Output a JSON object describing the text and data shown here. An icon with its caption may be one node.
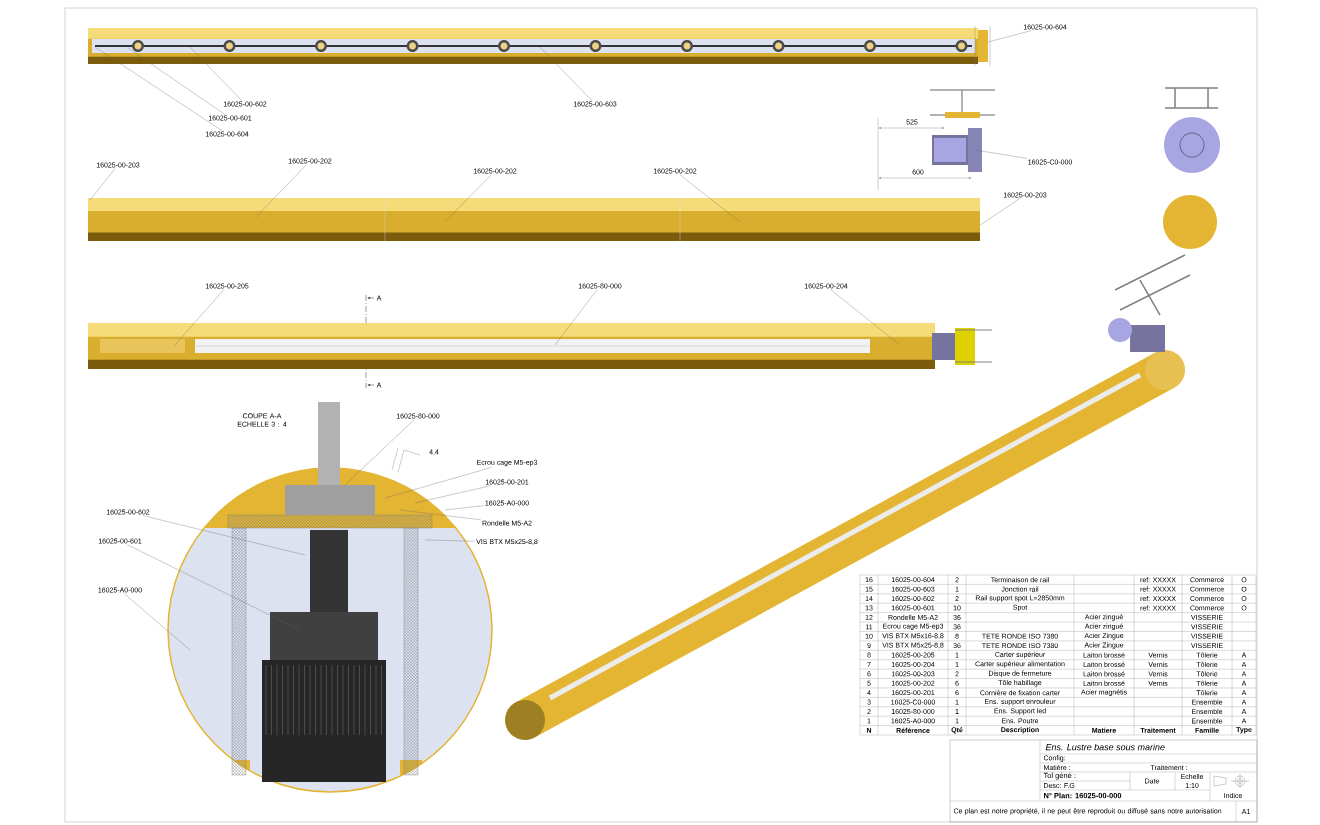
{
  "diagram": {
    "nodes": [
      {
        "text": [
          "16025-00-604"
        ]
      },
      {
        "text": [
          "16025-00-602"
        ]
      },
      {
        "text": [
          "16025-00-601"
        ]
      },
      {
        "text": [
          "16025-00-604"
        ]
      },
      {
        "text": [
          "16025-00-603"
        ]
      },
      {
        "text": [
          "16025-00-203"
        ]
      },
      {
        "text": [
          "16025-00-202"
        ]
      },
      {
        "text": [
          "16025-00-202"
        ]
      },
      {
        "text": [
          "16025-00-202"
        ]
      },
      {
        "text": [
          "16025-C0-000"
        ]
      },
      {
        "text": [
          "16025-00-203"
        ]
      },
      {
        "text": [
          "16025-00-205"
        ]
      },
      {
        "text": [
          "16025-80-000"
        ]
      },
      {
        "text": [
          "16025-00-204"
        ]
      },
      {
        "text": [
          "16025-80-000"
        ]
      },
      {
        "text": [
          "Ecrou cage M5-ep3"
        ]
      },
      {
        "text": [
          "16025-00-201"
        ]
      },
      {
        "text": [
          "16025-A0-000"
        ]
      },
      {
        "text": [
          "Rondelle M5-A2"
        ]
      },
      {
        "text": [
          "VIS BTX M5x25-8,8"
        ]
      },
      {
        "text": [
          "16025-00-602"
        ]
      },
      {
        "text": [
          "16025-00-601"
        ]
      },
      {
        "text": [
          "16025-A0-000"
        ]
      },
      {
        "text": [],
        "shape": "picture"
      },
      {
        "text": [],
        "shape": "picture"
      },
      {
        "text": [],
        "shape": "picture"
      },
      {
        "text": [],
        "shape": "picture"
      },
      {
        "text": [],
        "shape": "picture"
      }
    ],
    "edges": [
      {
        "from": 0,
        "to": 23,
        "arrow": "none"
      },
      {
        "from": 1,
        "to": 23,
        "arrow": "none"
      },
      {
        "from": 2,
        "to": 23,
        "arrow": "none"
      },
      {
        "from": 3,
        "to": 23,
        "arrow": "none"
      },
      {
        "from": 4,
        "to": 23,
        "arrow": "none"
      },
      {
        "from": 5,
        "to": 24,
        "arrow": "none"
      },
      {
        "from": 6,
        "to": 24,
        "arrow": "none"
      },
      {
        "from": 7,
        "to": 24,
        "arrow": "none"
      },
      {
        "from": 8,
        "to": 24,
        "arrow": "none"
      },
      {
        "from": 9,
        "to": 25,
        "arrow": "none"
      },
      {
        "from": 10,
        "to": 24,
        "arrow": "none"
      },
      {
        "from": 11,
        "to": 26,
        "arrow": "none"
      },
      {
        "from": 12,
        "to": 26,
        "arrow": "none"
      },
      {
        "from": 13,
        "to": 26,
        "arrow": "none"
      },
      {
        "from": 14,
        "to": 27,
        "arrow": "none"
      },
      {
        "from": 15,
        "to": 27,
        "arrow": "none"
      },
      {
        "from": 16,
        "to": 27,
        "arrow": "none"
      },
      {
        "from": 17,
        "to": 27,
        "arrow": "none"
      },
      {
        "from": 18,
        "to": 27,
        "arrow": "none"
      },
      {
        "from": 19,
        "to": 27,
        "arrow": "none"
      },
      {
        "from": 20,
        "to": 27,
        "arrow": "none"
      },
      {
        "from": 21,
        "to": 27,
        "arrow": "none"
      },
      {
        "from": 22,
        "to": 27,
        "arrow": "none"
      }
    ],
    "labels": [
      "A",
      "A",
      "COUPE A-A ECHELLE 3 : 4",
      "525",
      "600",
      "4.4",
      "16",
      "16025-00-604",
      "2",
      "Terminaison de rail",
      "ref: XXXXX",
      "Commerce",
      "O",
      "15",
      "16025-00-603",
      "1",
      "Jonction rail",
      "ref: XXXXX",
      "Commerce",
      "O",
      "14",
      "16025-00-602",
      "2",
      "Rail support spot L=2850mm",
      "ref: XXXXX",
      "Commerce",
      "O",
      "13",
      "16025-00-601",
      "10",
      "Spot",
      "ref: XXXXX",
      "Commerce",
      "O",
      "12",
      "Rondelle M5-A2",
      "36",
      "Acier zingué",
      "VISSERIE",
      "11",
      "Ecrou cage M5-ep3",
      "36",
      "Acier zingué",
      "VISSERIE",
      "10",
      "VIS BTX M5x16-8,8",
      "8",
      "TETE RONDE ISO 7380",
      "Acier Zingue",
      "VISSERIE",
      "9",
      "VIS BTX M5x25-8,8",
      "36",
      "TETE RONDE ISO 7380",
      "Acier Zingue",
      "VISSERIE",
      "8",
      "16025-00-205",
      "1",
      "Carter supérieur",
      "Laiton brossé",
      "Vernis",
      "Tôlerie",
      "A",
      "7",
      "16025-00-204",
      "1",
      "Carter supérieur alimentation",
      "Laiton brossé",
      "Vernis",
      "Tôlerie",
      "A",
      "6",
      "16025-00-203",
      "2",
      "Disque de fermeture",
      "Laiton brossé",
      "Vernis",
      "Tôlerie",
      "A",
      "5",
      "16025-00-202",
      "6",
      "Tôle habillage",
      "Laiton brossé",
      "Vernis",
      "Tôlerie",
      "A",
      "4",
      "16025-00-201",
      "6",
      "Cornière de fixation carter",
      "Acier magnétis",
      "Tôlerie",
      "A",
      "3",
      "16025-C0-000",
      "1",
      "Ens. support enrouleur",
      "Ensemble",
      "A",
      "2",
      "16025-80-000",
      "1",
      "Ens. Support led",
      "Ensemble",
      "A",
      "1",
      "16025-A0-000",
      "1",
      "Ens. Poutre",
      "Ensemble",
      "A",
      "N",
      "Référence",
      "Qté",
      "Description",
      "Matiere",
      "Traitement",
      "Famille",
      "Type",
      "Ens. Lustre base sous marine",
      "Config:",
      "Matière :",
      "Traitement :",
      "Tol géné :",
      "Date",
      "Echelle",
      "Desc: F.G",
      "1:10",
      "N° Plan: 16025-00-000",
      "Indice",
      "Ce plan est notre propriété, il ne peut être reproduit ou diffusé sans notre autorisation",
      "A1"
    ]
  }
}
